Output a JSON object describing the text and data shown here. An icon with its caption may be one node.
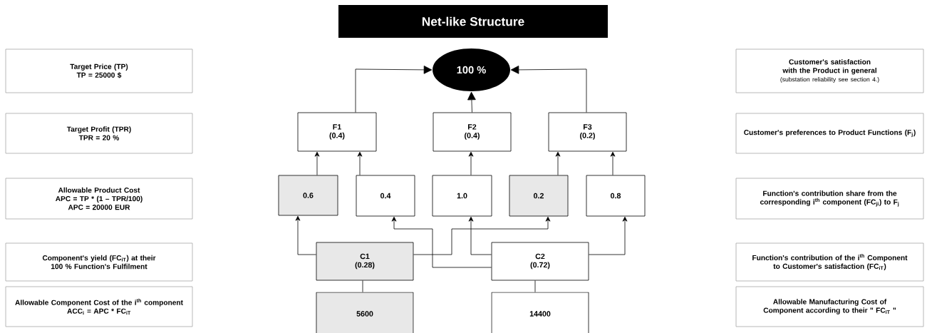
{
  "diagram": {
    "title": "Net-like Structure",
    "nodes": [
      {
        "text": [
          "Target Price (TP)",
          "TP = 25000 $"
        ]
      },
      {
        "text": [
          "100 %"
        ]
      },
      {
        "text": [
          "Customer's satisfaction with the Product in general",
          "(substation reliability see section 4.)"
        ]
      },
      {
        "text": [
          "Target Profit (TPR)",
          "TPR = 20 %"
        ]
      },
      {
        "text": [
          "F1",
          "(0.4)"
        ]
      },
      {
        "text": [
          "F2",
          "(0.4)"
        ]
      },
      {
        "text": [
          "F3",
          "(0.2)"
        ]
      },
      {
        "text": [
          "Customer's preferences to Product Functions (F$_{j}$)"
        ]
      },
      {
        "text": [
          "Allowable Product Cost",
          "APC = TP * (1 – TPR/100)",
          "APC = 20000 EUR"
        ]
      },
      {
        "text": [
          "0.6"
        ]
      },
      {
        "text": [
          "0.4"
        ]
      },
      {
        "text": [
          "1.0"
        ]
      },
      {
        "text": [
          "0.2"
        ]
      },
      {
        "text": [
          "0.8"
        ]
      },
      {
        "text": [
          "Function's contribution share from the corresponding i$^{th}$ component (FC$_{ji}$) to F$_{j}$"
        ]
      },
      {
        "text": [
          "Component's yield (FC$_{iT}$) at their 100 % Function's Fulfilment"
        ]
      },
      {
        "text": [
          "C1",
          "(0.28)"
        ]
      },
      {
        "text": [
          "C2",
          "(0.72)"
        ]
      },
      {
        "text": [
          "Function's contribution of the i$^{th}$ Component to Customer's satisfaction (FC$_{iT}$)"
        ]
      },
      {
        "text": [
          "Allowable Component Cost of the i$^{th}$ component",
          "ACC$_{i}$ = APC * FC$_{iT}$"
        ]
      },
      {
        "text": [
          "5600"
        ]
      },
      {
        "text": [
          "14400"
        ]
      },
      {
        "text": [
          "Allowable Manufacturing Cost of Component according to their \" FC$_{iT}$ \""
        ]
      }
    ],
    "edges": [
      {
        "from": 4,
        "to": 1,
        "arrow": "to"
      },
      {
        "from": 5,
        "to": 1,
        "arrow": "to"
      },
      {
        "from": 6,
        "to": 1,
        "arrow": "to"
      },
      {
        "from": 9,
        "to": 4,
        "arrow": "to"
      },
      {
        "from": 10,
        "to": 4,
        "arrow": "to"
      },
      {
        "from": 11,
        "to": 5,
        "arrow": "to"
      },
      {
        "from": 12,
        "to": 6,
        "arrow": "to"
      },
      {
        "from": 13,
        "to": 6,
        "arrow": "to"
      },
      {
        "from": 16,
        "to": 9,
        "arrow": "to"
      },
      {
        "from": 16,
        "to": 12,
        "arrow": "to"
      },
      {
        "from": 17,
        "to": 10,
        "arrow": "to"
      },
      {
        "from": 17,
        "to": 11,
        "arrow": "to"
      },
      {
        "from": 17,
        "to": 13,
        "arrow": "to"
      },
      {
        "from": 16,
        "to": 20,
        "arrow": "none"
      },
      {
        "from": 17,
        "to": 21,
        "arrow": "none"
      }
    ]
  }
}
